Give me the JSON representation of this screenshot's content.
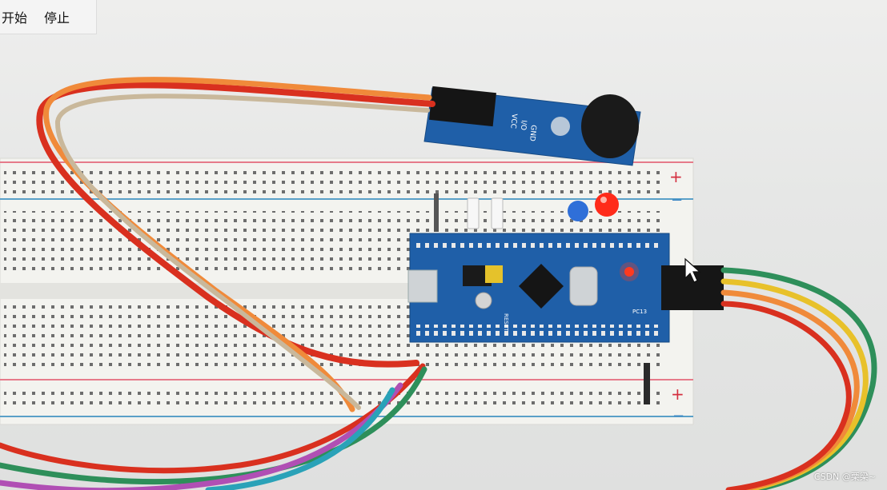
{
  "toolbar": {
    "start_label": "开始",
    "stop_label": "停止"
  },
  "watermark": "CSDN @栗梁~",
  "board": {
    "vcc_label": "VCC",
    "io_label": "I/O",
    "gnd_label": "GND",
    "reset_label": "RESET",
    "plus_sign": "+",
    "minus_sign": "−",
    "pc13_label": "PC13"
  },
  "colors": {
    "breadboard": "#f3f3ef",
    "pcb_blue": "#1f5fa8",
    "wire_red": "#d9301f",
    "wire_orange": "#f08a3a",
    "wire_green": "#2e8f5a",
    "wire_yellow": "#e8c12a",
    "led_red": "#ff2b1a",
    "led_blue": "#2f6fd8"
  }
}
